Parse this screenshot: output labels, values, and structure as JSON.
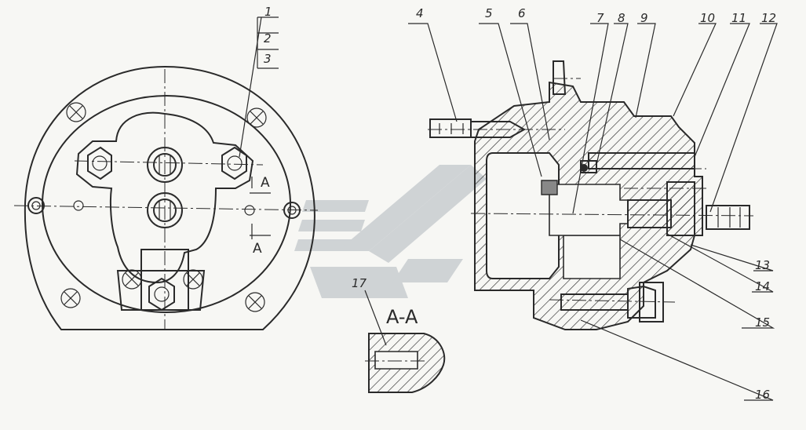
{
  "callouts": [
    "1",
    "2",
    "3",
    "4",
    "5",
    "6",
    "7",
    "8",
    "9",
    "10",
    "11",
    "12",
    "13",
    "14",
    "15",
    "16",
    "17"
  ],
  "section_marker": "A",
  "section_title": "A-A",
  "colors": {
    "ink": "#2a2a2a",
    "paper": "#f7f7f4",
    "watermark": "#c9cdd0"
  }
}
